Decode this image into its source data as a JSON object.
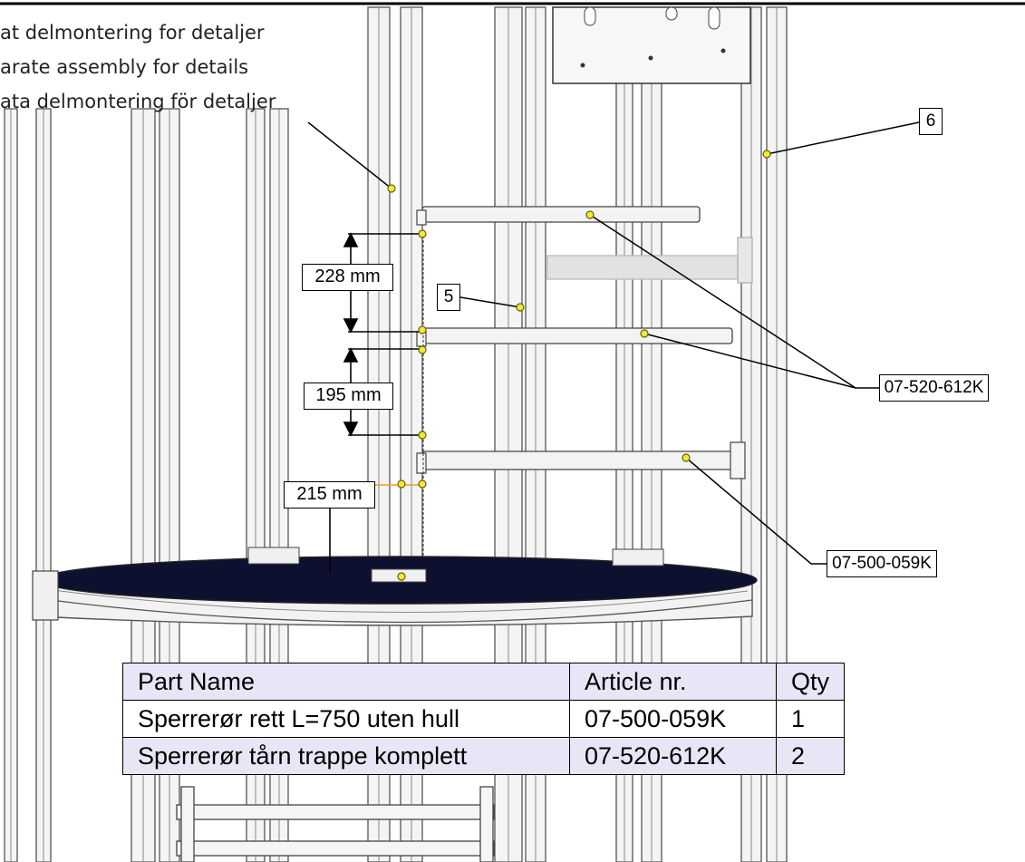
{
  "note_lines": [
    "at delmontering for detaljer",
    "arate assembly for details",
    "ata delmontering för detaljer"
  ],
  "dimensions": [
    "228 mm",
    "195 mm",
    "215 mm"
  ],
  "item_numbers": [
    "5",
    "6"
  ],
  "article_labels": [
    "07-520-612K",
    "07-500-059K"
  ],
  "parts_table": {
    "headers": [
      "Part Name",
      "Article nr.",
      "Qty"
    ],
    "rows": [
      [
        "Sperrerør rett L=750 uten hull",
        "07-500-059K",
        "1"
      ],
      [
        "Sperrerør tårn trappe komplett",
        "07-520-612K",
        "2"
      ]
    ]
  },
  "colors": {
    "table_header_bg": "#e6e6f7",
    "platform": "#0e1030",
    "callout_dot": "#f2ea3a",
    "dimension_line": "#e8a020"
  }
}
